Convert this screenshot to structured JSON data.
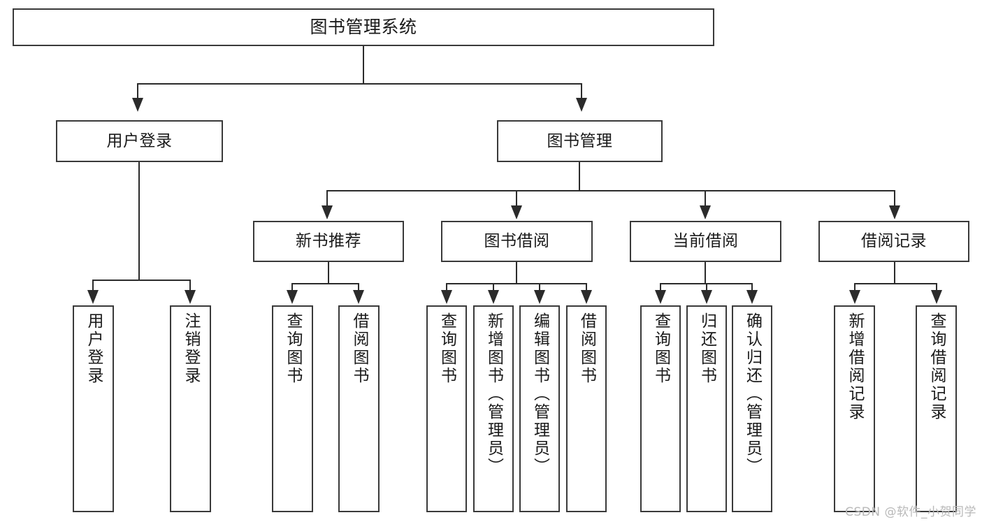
{
  "diagram": {
    "title": "图书管理系统",
    "watermark": "CSDN @软件_小贺同学",
    "colors": {
      "box_border": "#3a3a3a",
      "connector": "#2b2b2b",
      "background": "#ffffff",
      "text": "#1a1a1a",
      "watermark": "#b9b9b9"
    },
    "root": {
      "label": "图书管理系统"
    },
    "level2": [
      {
        "label": "用户登录"
      },
      {
        "label": "图书管理"
      }
    ],
    "level3": [
      {
        "label": "新书推荐"
      },
      {
        "label": "图书借阅"
      },
      {
        "label": "当前借阅"
      },
      {
        "label": "借阅记录"
      }
    ],
    "leaves": {
      "user_login": [
        {
          "label": "用户登录"
        },
        {
          "label": "注销登录"
        }
      ],
      "new_book": [
        {
          "label": "查询图书"
        },
        {
          "label": "借阅图书"
        }
      ],
      "book_borrow": [
        {
          "label": "查询图书"
        },
        {
          "label": "新增图书（管理员）"
        },
        {
          "label": "编辑图书（管理员）"
        },
        {
          "label": "借阅图书"
        }
      ],
      "current_borrow": [
        {
          "label": "查询图书"
        },
        {
          "label": "归还图书"
        },
        {
          "label": "确认归还（管理员）"
        }
      ],
      "borrow_record": [
        {
          "label": "新增借阅记录"
        },
        {
          "label": "查询借阅记录"
        }
      ]
    }
  }
}
